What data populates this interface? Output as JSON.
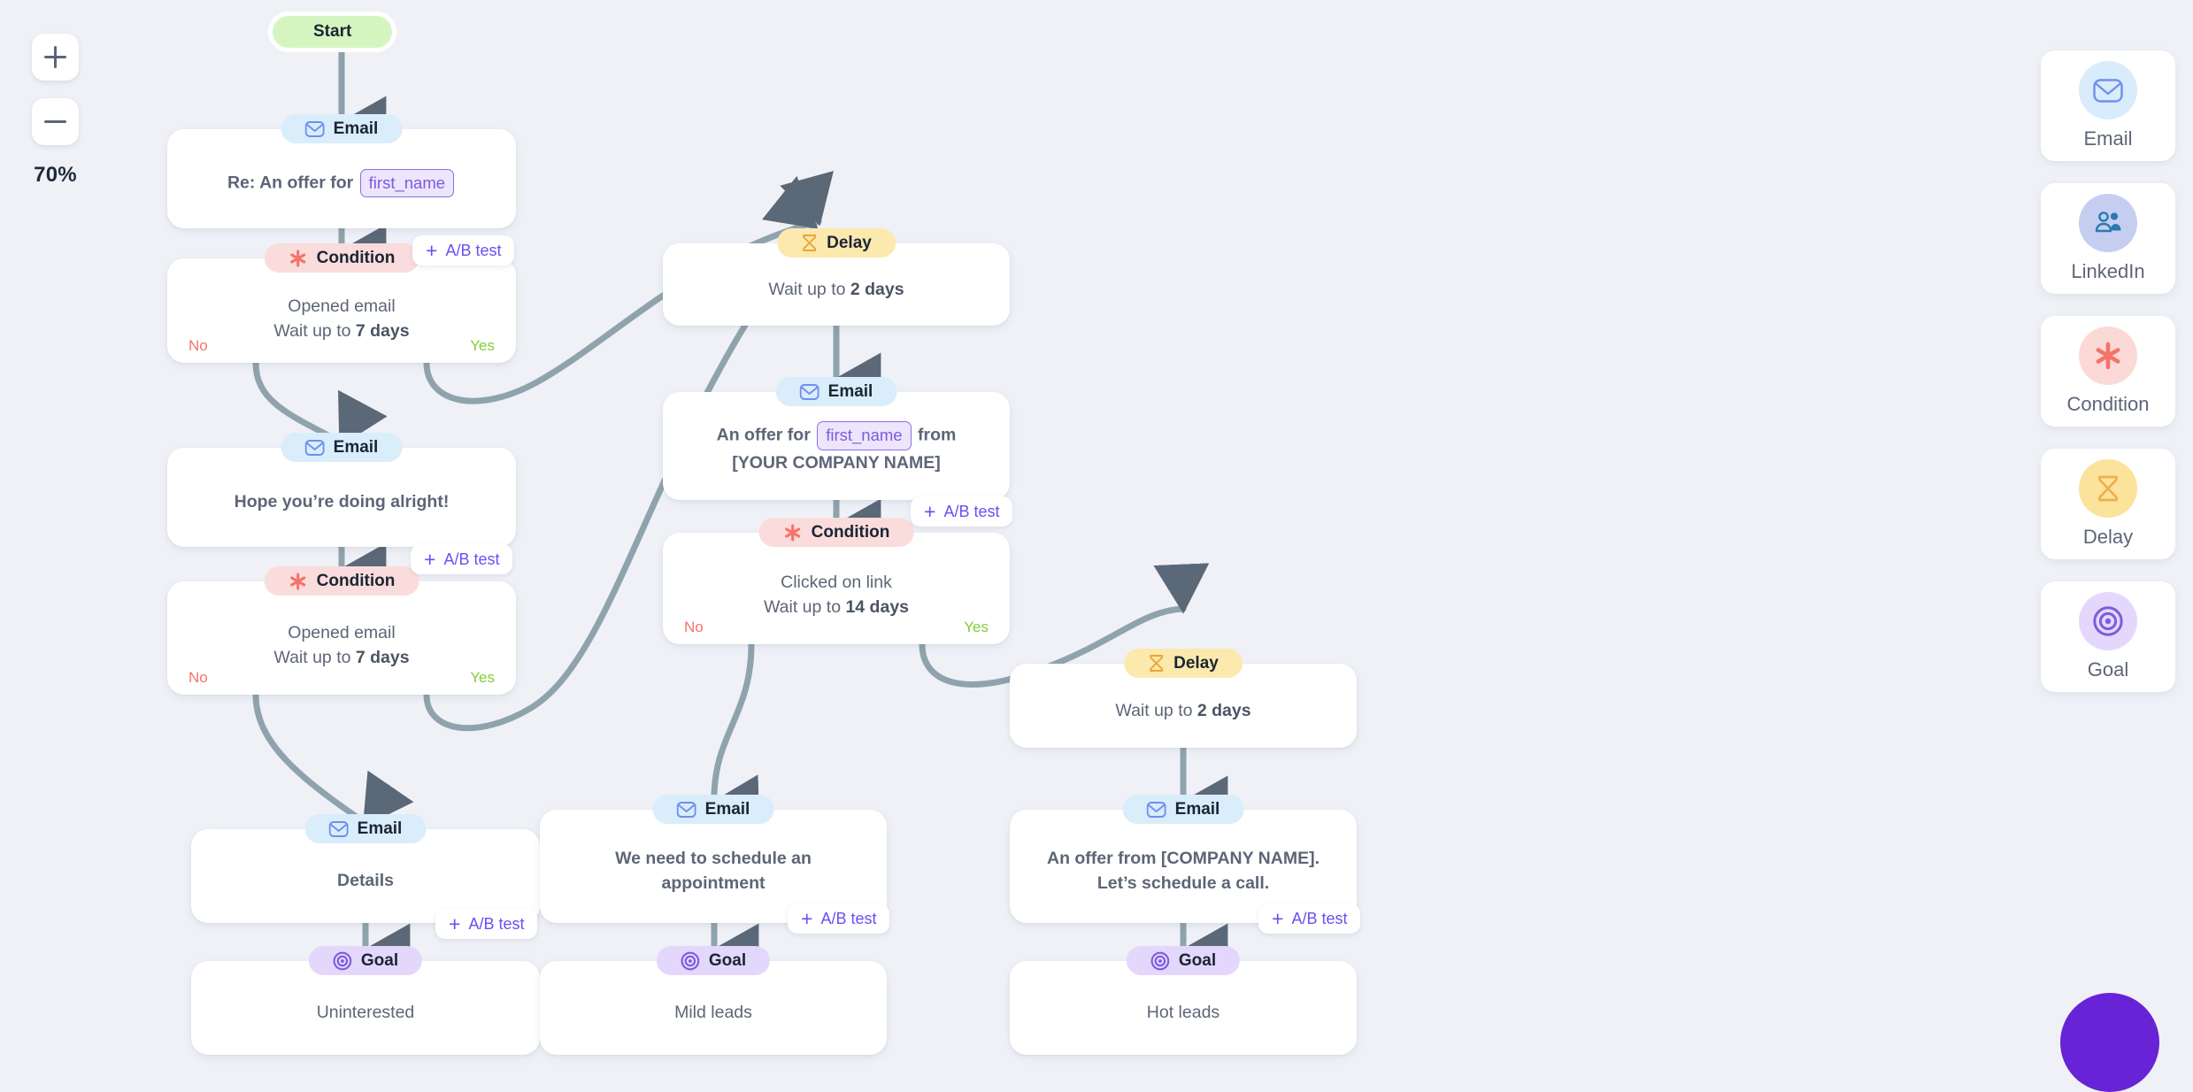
{
  "app": {
    "background": "#eff1f7",
    "accent": "#6b4ff0"
  },
  "zoom_controls": {
    "zoom_in_label": "+",
    "zoom_out_label": "−",
    "level": "70%"
  },
  "ab_test_label": "+ A/B test",
  "ab_plus": "+",
  "ab_text": "A/B test",
  "nodes": {
    "start": {
      "badge": "Start"
    },
    "email1": {
      "badge": "Email",
      "text_a": "Re: An offer for",
      "token": "first_name",
      "text_b": ""
    },
    "cond1": {
      "badge": "Condition",
      "line1": "Opened email",
      "line2_pre": "Wait up to ",
      "line2_val": "7 days",
      "no": "No",
      "yes": "Yes"
    },
    "email2": {
      "badge": "Email",
      "text": "Hope you’re doing alright!"
    },
    "cond2": {
      "badge": "Condition",
      "line1": "Opened email",
      "line2_pre": "Wait up to ",
      "line2_val": "7 days",
      "no": "No",
      "yes": "Yes"
    },
    "email_details": {
      "badge": "Email",
      "text": "Details"
    },
    "goal_unint": {
      "badge": "Goal",
      "text": "Uninterested"
    },
    "delay1": {
      "badge": "Delay",
      "line_pre": "Wait up to ",
      "line_val": "2 days"
    },
    "email3": {
      "badge": "Email",
      "text_a": "An offer for",
      "token": "first_name",
      "text_b": "from",
      "text_c": "[YOUR COMPANY NAME]"
    },
    "cond3": {
      "badge": "Condition",
      "line1": "Clicked on link",
      "line2_pre": "Wait up to ",
      "line2_val": "14 days",
      "no": "No",
      "yes": "Yes"
    },
    "email4": {
      "badge": "Email",
      "text": "We need to schedule an appointment"
    },
    "goal_mild": {
      "badge": "Goal",
      "text": "Mild leads"
    },
    "delay2": {
      "badge": "Delay",
      "line_pre": "Wait up to ",
      "line_val": "2 days"
    },
    "email5": {
      "badge": "Email",
      "text_l1": "An offer from [COMPANY NAME].",
      "text_l2": "Let’s schedule a call."
    },
    "goal_hot": {
      "badge": "Goal",
      "text": "Hot leads"
    }
  },
  "palette": {
    "items": [
      {
        "icon": "email-icon",
        "label": "Email"
      },
      {
        "icon": "linkedin-icon",
        "label": "LinkedIn"
      },
      {
        "icon": "condition-icon",
        "label": "Condition"
      },
      {
        "icon": "delay-icon",
        "label": "Delay"
      },
      {
        "icon": "goal-icon",
        "label": "Goal"
      }
    ]
  }
}
